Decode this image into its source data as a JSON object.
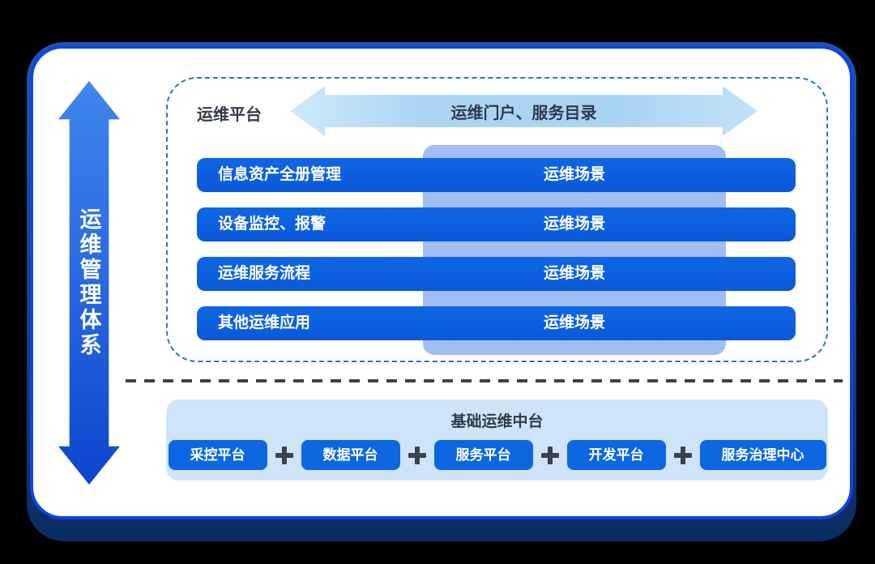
{
  "diagram": {
    "vertical_axis_label": "运维管理体系",
    "platform": {
      "label": "运维平台",
      "portal_arrow_label": "运维门户、服务目录",
      "rows": [
        {
          "name": "信息资产全册管理",
          "scene": "运维场景"
        },
        {
          "name": "设备监控、报警",
          "scene": "运维场景"
        },
        {
          "name": "运维服务流程",
          "scene": "运维场景"
        },
        {
          "name": "其他运维应用",
          "scene": "运维场景"
        }
      ]
    },
    "foundation": {
      "title": "基础运维中台",
      "platforms": [
        "采控平台",
        "数据平台",
        "服务平台",
        "开发平台",
        "服务治理中心"
      ],
      "connector": "+"
    },
    "colors": {
      "background": "#000000",
      "card_border": "#1344da",
      "card_base_navy": "#0a2c63",
      "primary_bar_blue": "#0c60dd",
      "button_blue": "#0c67e0",
      "portal_arrow_light_blue": "#abd5f3",
      "scene_panel_light": "#a2bdf1",
      "foundation_bg": "#cfe4f8",
      "vertical_arrow_gradient_top": "#3f86ec",
      "vertical_arrow_gradient_bottom": "#0e45cf",
      "dark_text": "#333b47",
      "dashed_border_blue": "#2e6fe0",
      "separator_dash": "#3b424b"
    }
  }
}
